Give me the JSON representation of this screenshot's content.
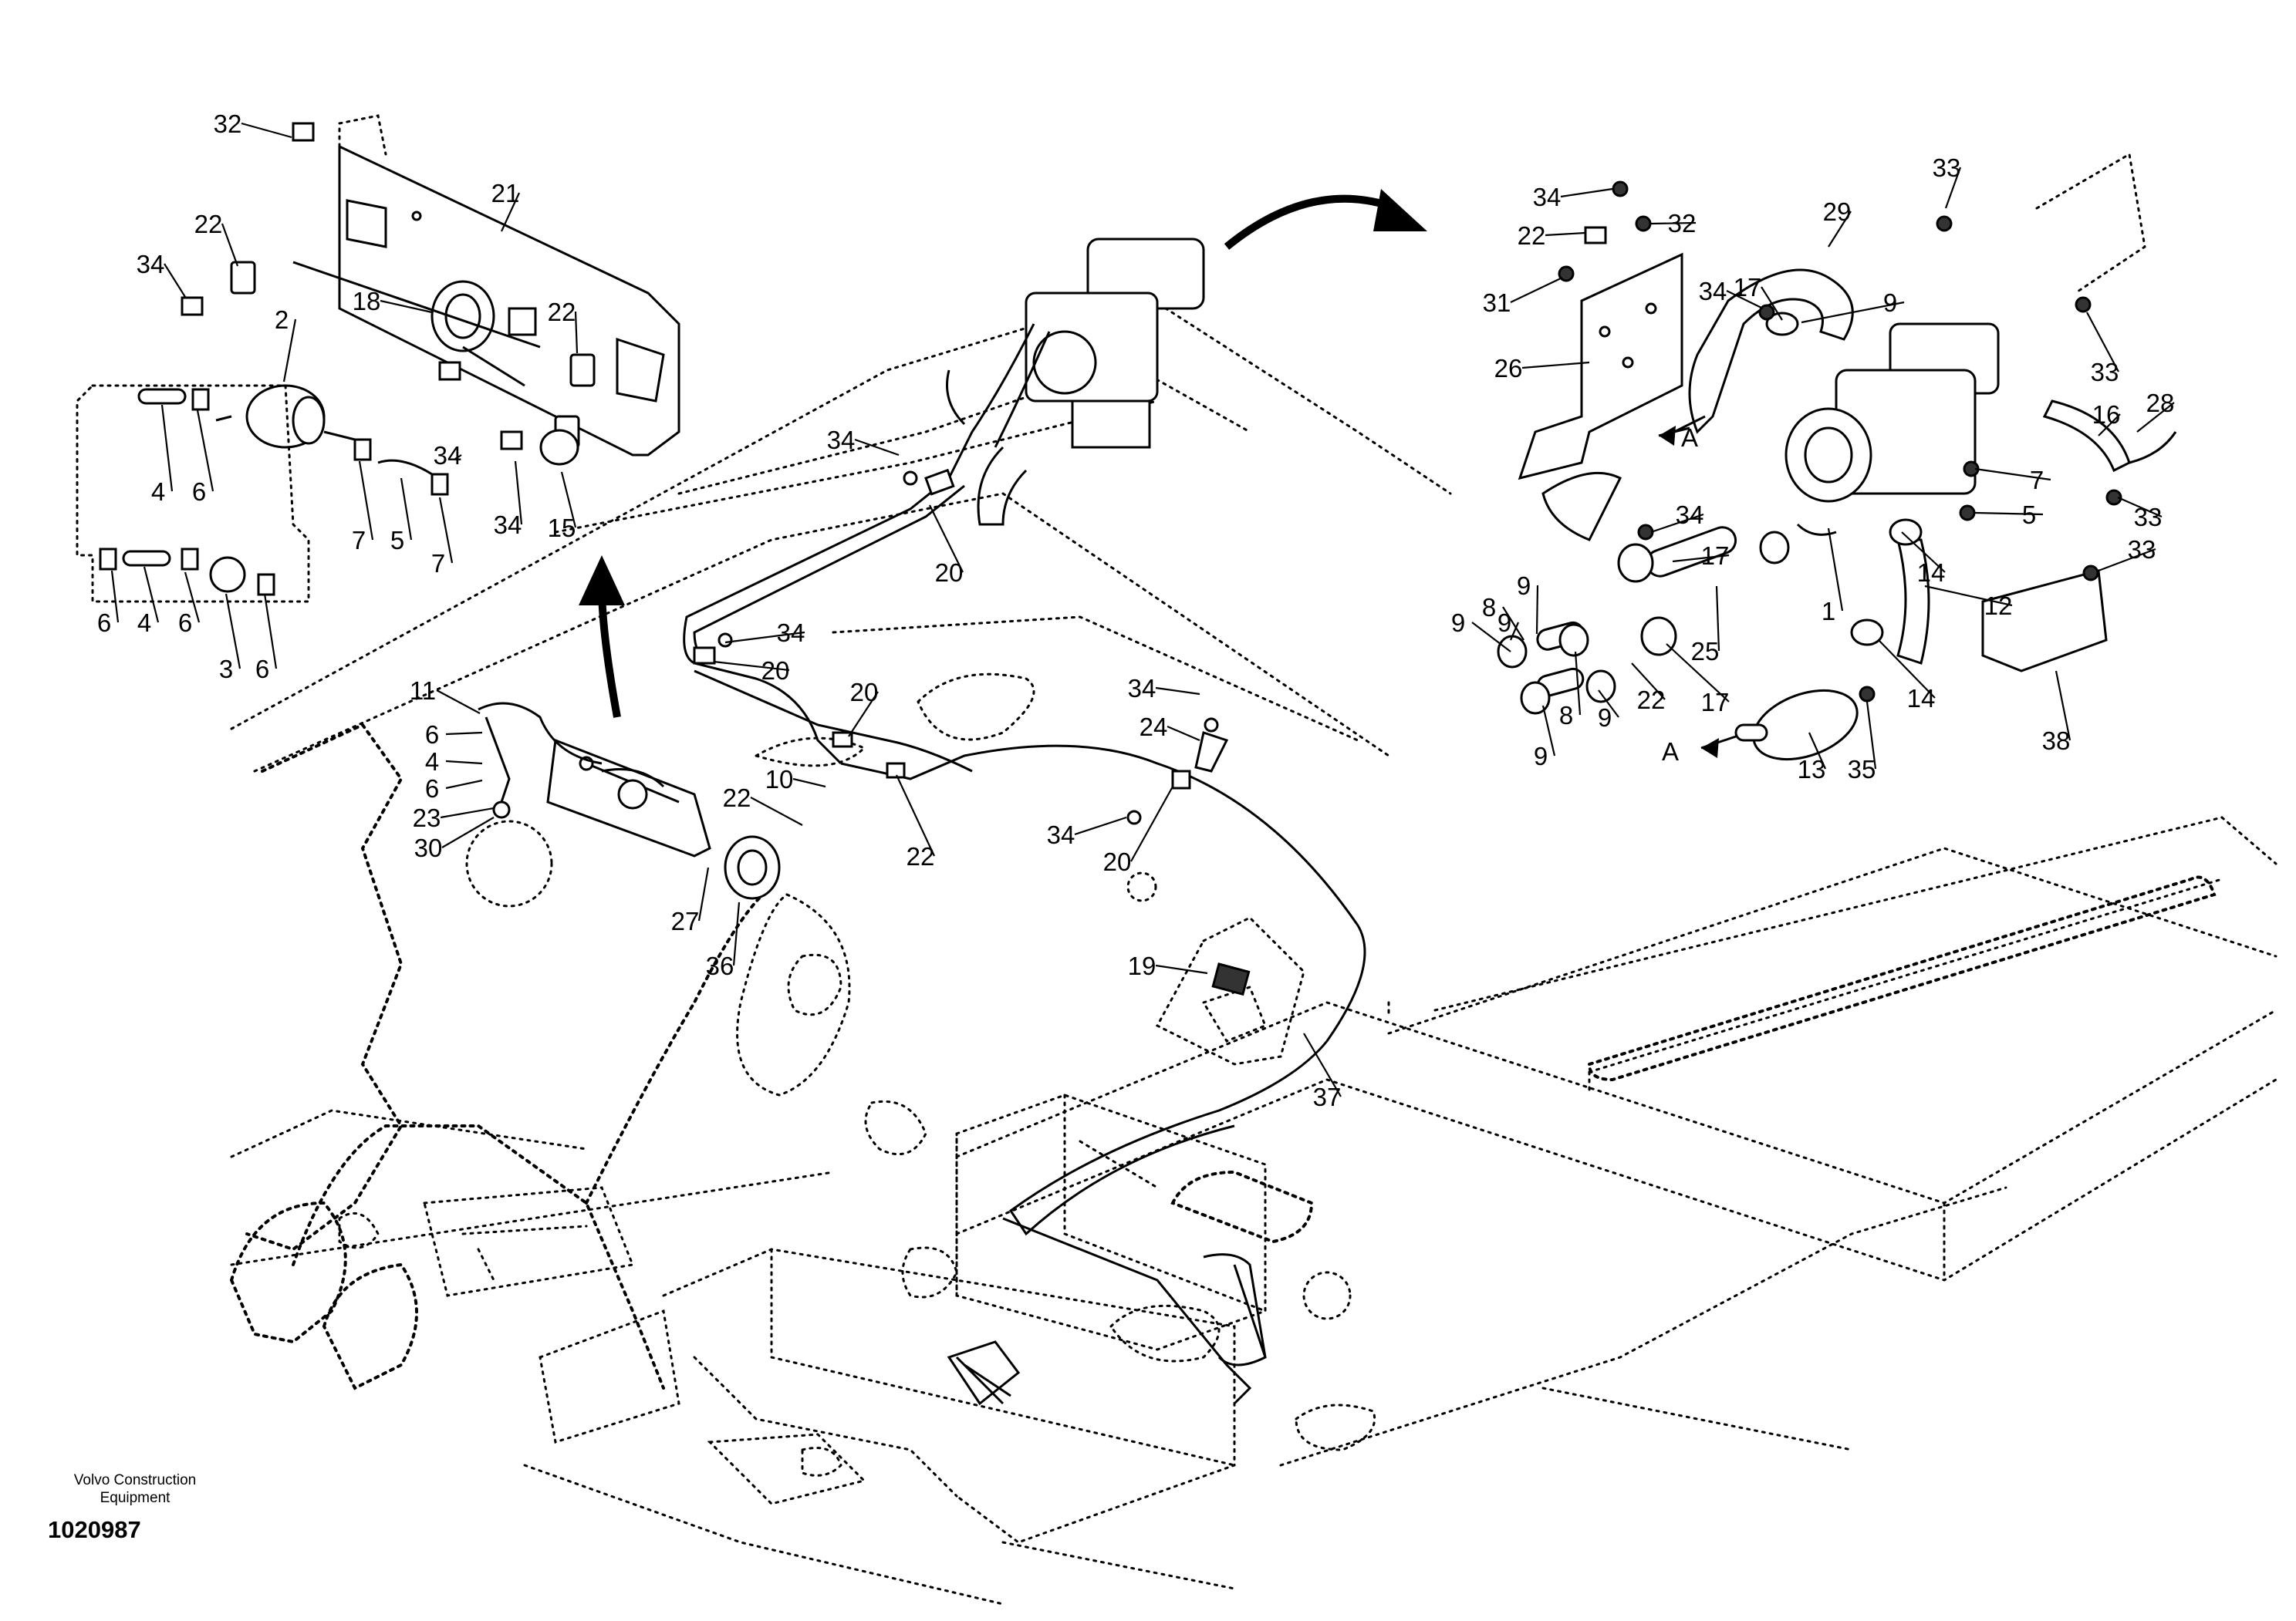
{
  "footer": {
    "brand_line1": "Volvo Construction",
    "brand_line2": "Equipment",
    "document_number": "1020987"
  },
  "callouts": [
    "32",
    "21",
    "22",
    "34",
    "18",
    "22",
    "2",
    "4",
    "6",
    "7",
    "5",
    "34",
    "34",
    "15",
    "7",
    "6",
    "4",
    "6",
    "3",
    "6",
    "34",
    "20",
    "34",
    "20",
    "20",
    "11",
    "6",
    "4",
    "6",
    "23",
    "30",
    "22",
    "10",
    "27",
    "36",
    "22",
    "34",
    "24",
    "34",
    "20",
    "19",
    "37",
    "34",
    "32",
    "22",
    "29",
    "31",
    "34",
    "17",
    "9",
    "33",
    "26",
    "A",
    "33",
    "16",
    "28",
    "34",
    "7",
    "5",
    "33",
    "17",
    "14",
    "9",
    "8",
    "9",
    "25",
    "1",
    "12",
    "33",
    "9",
    "8",
    "9",
    "22",
    "17",
    "14",
    "9",
    "A",
    "13",
    "35",
    "38"
  ]
}
